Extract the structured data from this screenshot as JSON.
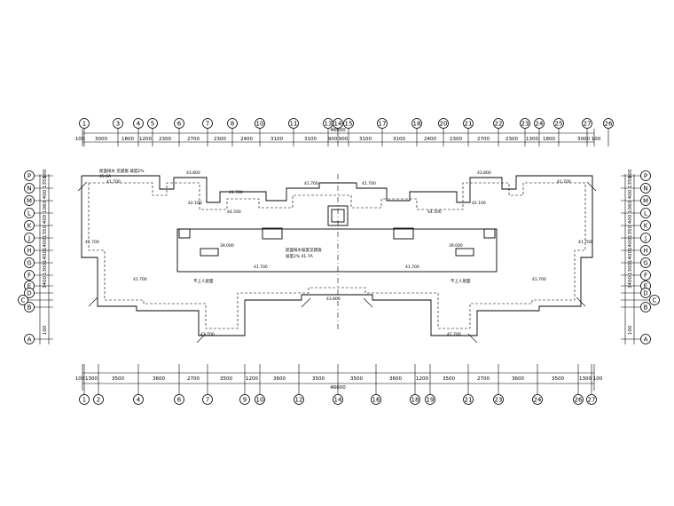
{
  "top_axes": [
    "1",
    "3",
    "4",
    "5",
    "6",
    "7",
    "8",
    "10",
    "11",
    "13",
    "14",
    "15",
    "17",
    "18",
    "20",
    "21",
    "22",
    "23",
    "24",
    "25",
    "26",
    "27"
  ],
  "top_dims": [
    "100",
    "3000",
    "1800",
    "1200",
    "2300",
    "2700",
    "2300",
    "2400",
    "3100",
    "3100",
    "900",
    "900",
    "3100",
    "3100",
    "2400",
    "2300",
    "2700",
    "2300",
    "1300",
    "1800",
    "3000",
    "100"
  ],
  "top_total": "46600",
  "bottom_axes": [
    "1",
    "2",
    "4",
    "6",
    "7",
    "9",
    "10",
    "12",
    "14",
    "16",
    "18",
    "19",
    "21",
    "23",
    "24",
    "26",
    "27"
  ],
  "bottom_dims": [
    "100",
    "1300",
    "3500",
    "3600",
    "2700",
    "3500",
    "1200",
    "3600",
    "3500",
    "3500",
    "3600",
    "1200",
    "3500",
    "2700",
    "3600",
    "3500",
    "1300",
    "100"
  ],
  "bottom_total": "46600",
  "left_axes": [
    "P",
    "N",
    "M",
    "L",
    "K",
    "J",
    "H",
    "G",
    "F",
    "E",
    "D",
    "C",
    "B",
    "A"
  ],
  "left_dims": [
    "100",
    "1350",
    "400",
    "1060",
    "400",
    "1350",
    "1400",
    "1400",
    "1300",
    "3400",
    "100"
  ],
  "elevations": {
    "e1": "41.700",
    "e2": "43.800",
    "e3": "41.700",
    "e4": "41.700",
    "e5": "43.800",
    "e6": "41.700",
    "e7": "41.700",
    "e8": "41.700",
    "e9": "41.700",
    "e10": "41.700",
    "e11": "41.700",
    "e12": "41.700",
    "e13": "41.700",
    "e14": "39.000",
    "e15": "39.000",
    "e16": "42.100",
    "e17": "42.100",
    "e18": "44.500",
    "e19": "44.500",
    "e20": "41.700",
    "e21": "41.700",
    "e22": "43.800"
  },
  "note_left": "屋面排水 见建施 坡度2%",
  "note_left2": "45.6A",
  "note_center": "屋面排水坡度见建施",
  "note_center2": "坡度2% 41.7A",
  "room_left": "不上人屋面",
  "room_right": "不上人屋面"
}
